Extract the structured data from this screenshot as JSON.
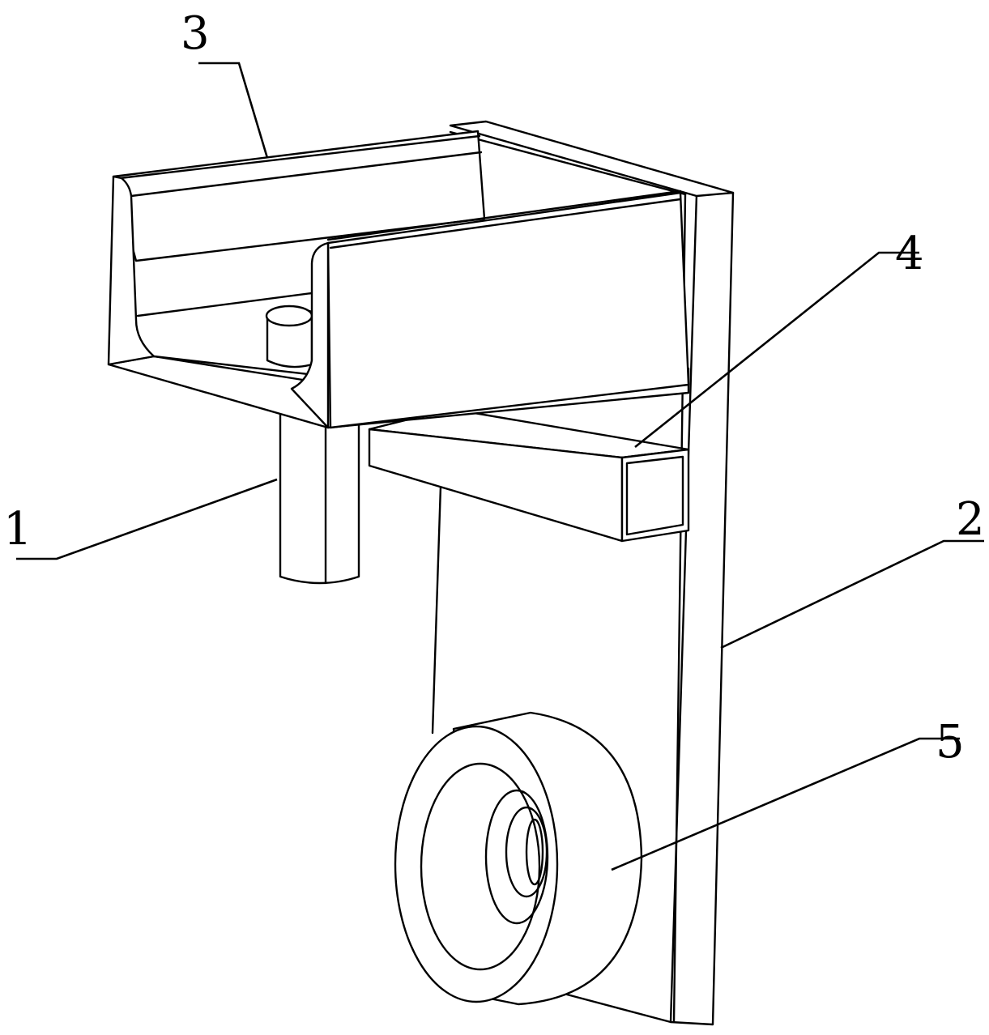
{
  "figure": {
    "labels": [
      {
        "id": "part-1",
        "text": "1"
      },
      {
        "id": "part-2",
        "text": "2"
      },
      {
        "id": "part-3",
        "text": "3"
      },
      {
        "id": "part-4",
        "text": "4"
      },
      {
        "id": "part-5",
        "text": "5"
      }
    ]
  },
  "colors": {
    "line": "#000000",
    "background": "#ffffff"
  }
}
